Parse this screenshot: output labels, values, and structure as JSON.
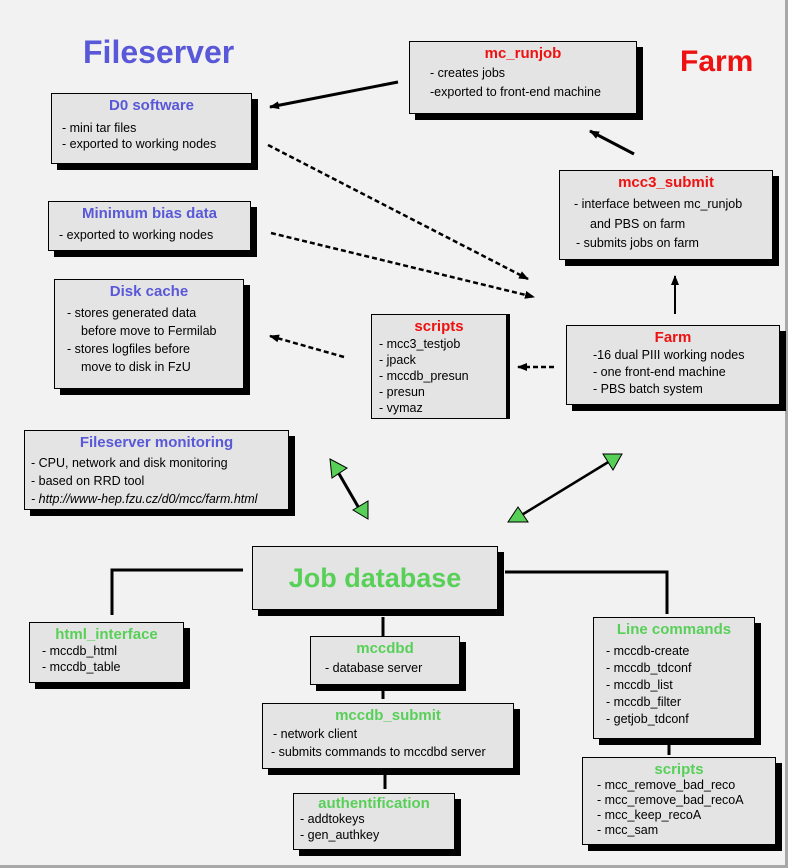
{
  "section_titles": {
    "fileserver": "Fileserver",
    "farm": "Farm"
  },
  "colors": {
    "fileserver_blue": "#5858d8",
    "farm_red": "#ee1111",
    "database_green": "#58d058",
    "box_fill": "#e4e4e4",
    "background": "#f2f2f2"
  },
  "boxes": {
    "d0_software": {
      "title": "D0 software",
      "lines": [
        "- mini tar files",
        "- exported to working nodes"
      ]
    },
    "minimum_bias": {
      "title": "Minimum bias data",
      "lines": [
        "- exported to working nodes"
      ]
    },
    "disk_cache": {
      "title": "Disk cache",
      "lines": [
        "- stores generated data",
        "before move to Fermilab",
        "- stores logfiles before",
        "move to disk in FzU"
      ]
    },
    "fileserver_monitoring": {
      "title": "Fileserver monitoring",
      "lines": [
        "- CPU, network and disk monitoring",
        "- based on RRD tool",
        "- http://www-hep.fzu.cz/d0/mcc/farm.html"
      ]
    },
    "mc_runjob": {
      "title": "mc_runjob",
      "lines": [
        "- creates jobs",
        "-exported to front-end machine"
      ]
    },
    "mcc3_submit": {
      "title": "mcc3_submit",
      "lines": [
        "- interface between mc_runjob",
        "and PBS on farm",
        "- submits jobs on farm"
      ]
    },
    "farm_scripts": {
      "title": "scripts",
      "lines": [
        "- mcc3_testjob",
        "- jpack",
        "- mccdb_presun",
        "- presun",
        "- vymaz"
      ]
    },
    "farm": {
      "title": "Farm",
      "lines": [
        "-16 dual PIII working nodes",
        "- one front-end machine",
        "- PBS batch system"
      ]
    },
    "job_database": {
      "title": "Job database"
    },
    "html_interface": {
      "title": "html_interface",
      "lines": [
        "- mccdb_html",
        "- mccdb_table"
      ]
    },
    "mccdbd": {
      "title": "mccdbd",
      "lines": [
        "- database server"
      ]
    },
    "mccdb_submit": {
      "title": "mccdb_submit",
      "lines": [
        "- network client",
        "- submits commands to mccdbd server"
      ]
    },
    "authentification": {
      "title": "authentification",
      "lines": [
        "- addtokeys",
        "- gen_authkey"
      ]
    },
    "line_commands": {
      "title": "Line commands",
      "lines": [
        "- mccdb-create",
        "- mccdb_tdconf",
        "- mccdb_list",
        "- mccdb_filter",
        "- getjob_tdconf"
      ]
    },
    "db_scripts": {
      "title": "scripts",
      "lines": [
        "- mcc_remove_bad_reco",
        "- mcc_remove_bad_recoA",
        "- mcc_keep_recoA",
        "- mcc_sam"
      ]
    }
  },
  "connections": [
    {
      "from": "mc_runjob",
      "to": "d0_software",
      "style": "solid-arrow"
    },
    {
      "from": "mcc3_submit",
      "to": "mc_runjob",
      "style": "solid-arrow"
    },
    {
      "from": "farm",
      "to": "mcc3_submit",
      "style": "solid-arrow"
    },
    {
      "from": "d0_software",
      "to": "farm",
      "style": "dashed-arrow"
    },
    {
      "from": "minimum_bias",
      "to": "farm",
      "style": "dashed-arrow"
    },
    {
      "from": "farm_scripts",
      "to": "disk_cache",
      "style": "dashed-arrow"
    },
    {
      "from": "farm",
      "to": "farm_scripts",
      "style": "dashed-arrow"
    },
    {
      "from": "fileserver_monitoring",
      "to": "job_database",
      "style": "double-green-arrow"
    },
    {
      "from": "farm",
      "to": "job_database",
      "style": "double-green-arrow"
    },
    {
      "from": "job_database",
      "to": "html_interface",
      "style": "line"
    },
    {
      "from": "job_database",
      "to": "mccdbd",
      "style": "line"
    },
    {
      "from": "job_database",
      "to": "line_commands",
      "style": "line"
    },
    {
      "from": "mccdbd",
      "to": "mccdb_submit",
      "style": "line"
    },
    {
      "from": "mccdb_submit",
      "to": "authentification",
      "style": "line"
    },
    {
      "from": "line_commands",
      "to": "db_scripts",
      "style": "line"
    }
  ]
}
